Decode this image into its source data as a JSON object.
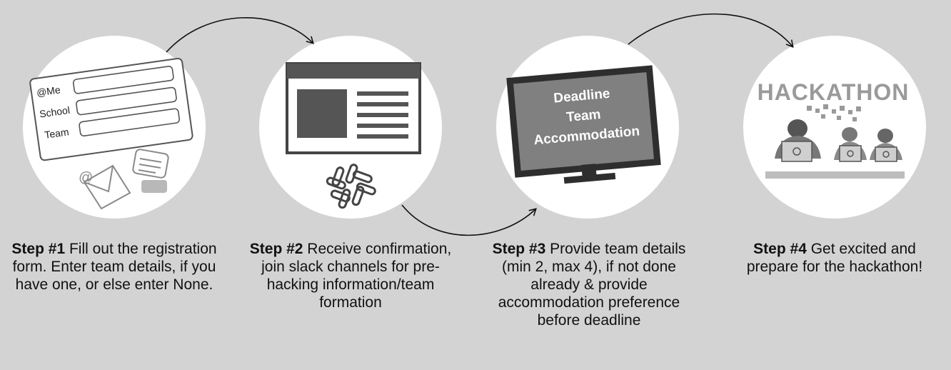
{
  "steps": [
    {
      "label": "Step #1",
      "text": " Fill out the registration form. Enter team details, if you have one, or else enter None."
    },
    {
      "label": "Step #2",
      "text": " Receive confirmation, join slack channels for pre-hacking information/team formation"
    },
    {
      "label": "Step #3",
      "text": " Provide team details (min 2, max 4), if not done already & provide accommodation preference before deadline"
    },
    {
      "label": "Step #4",
      "text": " Get excited and prepare for the hackathon!"
    }
  ],
  "form": {
    "field1": "@Me",
    "field2": "School",
    "field3": "Team"
  },
  "monitor": {
    "line1": "Deadline",
    "line2": "Team",
    "line3": "Accommodation"
  },
  "hackathon": {
    "title": "HACKATHON"
  },
  "icons": [
    "registration-form-icon",
    "email-icon",
    "chat-bubble-icon",
    "webpage-icon",
    "slack-icon",
    "monitor-icon",
    "hackathon-banner-icon"
  ]
}
